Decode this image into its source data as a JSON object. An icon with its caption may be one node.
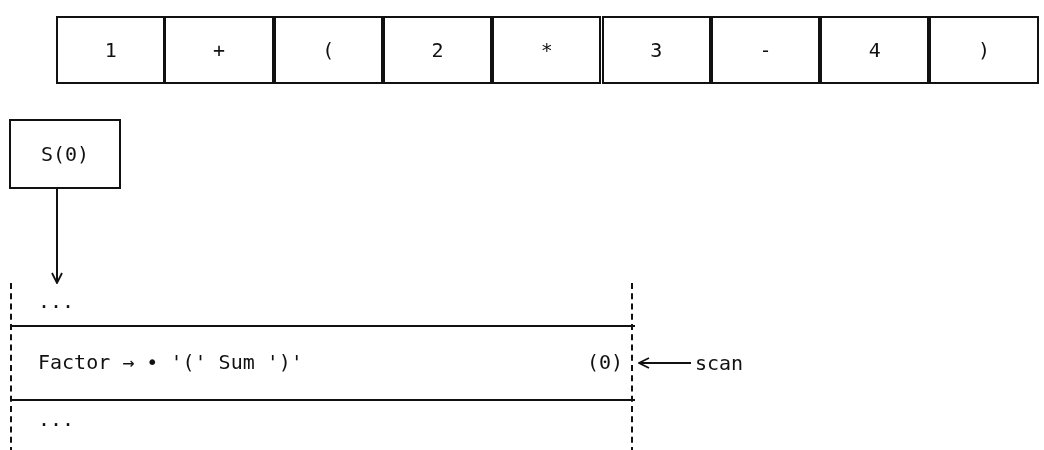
{
  "diagram": {
    "nodes": [
      {
        "text": [
          "1"
        ]
      },
      {
        "text": [
          "+"
        ]
      },
      {
        "text": [
          "("
        ]
      },
      {
        "text": [
          "2"
        ]
      },
      {
        "text": [
          "*"
        ]
      },
      {
        "text": [
          "3"
        ]
      },
      {
        "text": [
          "-"
        ]
      },
      {
        "text": [
          "4"
        ]
      },
      {
        "text": [
          ")"
        ]
      },
      {
        "text": [
          "S(0)"
        ]
      },
      {
        "text": [],
        "shape": "box"
      },
      {
        "text": [
          "..."
        ],
        "in": 10
      },
      {
        "text": [
          "Factor → • '(' Sum ')'",
          "(0)"
        ],
        "in": 10
      },
      {
        "text": [
          "..."
        ],
        "in": 10
      },
      {
        "text": [
          "scan"
        ]
      }
    ],
    "edges": [
      {
        "from": 9,
        "to": 10,
        "arrow": "to"
      },
      {
        "from": 14,
        "to": 12,
        "arrow": "to"
      }
    ]
  }
}
